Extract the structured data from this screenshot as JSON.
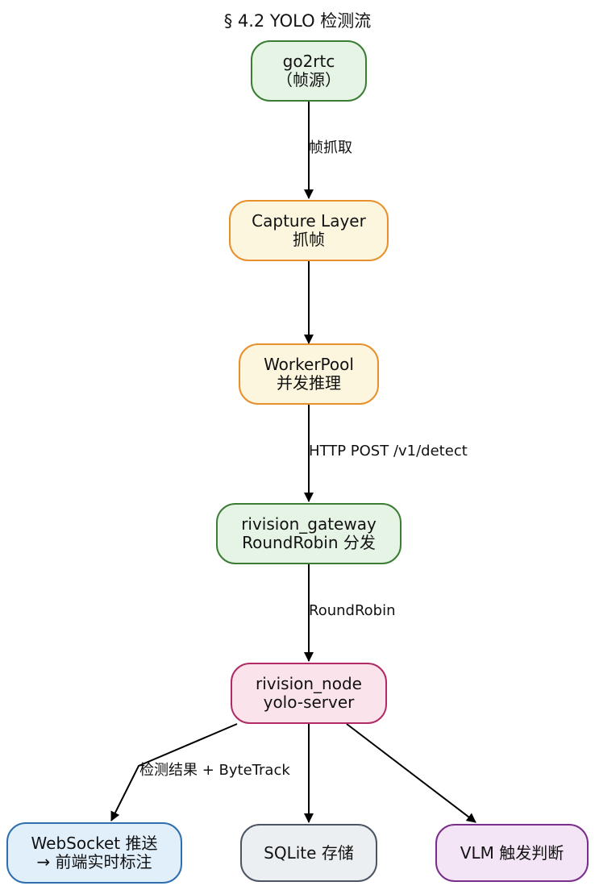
{
  "title": "§ 4.2 YOLO 检测流",
  "nodes": {
    "go2rtc": {
      "line1": "go2rtc",
      "line2": "（帧源）"
    },
    "capture": {
      "line1": "Capture Layer",
      "line2": "抓帧"
    },
    "workerpool": {
      "line1": "WorkerPool",
      "line2": "并发推理"
    },
    "gateway": {
      "line1": "rivision_gateway",
      "line2": "RoundRobin 分发"
    },
    "node": {
      "line1": "rivision_node",
      "line2": "yolo-server"
    },
    "websocket": {
      "line1": "WebSocket 推送",
      "line2": "→ 前端实时标注"
    },
    "sqlite": {
      "line1": "SQLite 存储"
    },
    "vlm": {
      "line1": "VLM 触发判断"
    }
  },
  "edge_labels": {
    "go2rtc_to_capture": "帧抓取",
    "workerpool_to_gateway": "HTTP POST /v1/detect",
    "gateway_to_node": "RoundRobin",
    "node_to_websocket": "检测结果 + ByteTrack"
  },
  "colors": {
    "green_fill": "#e6f4e6",
    "green_border": "#3a7d33",
    "orange_fill": "#fdf6df",
    "orange_border": "#e8902c",
    "pink_fill": "#fbe3ec",
    "pink_border": "#b02a66",
    "blue_fill": "#e1effb",
    "blue_border": "#2f6fb0",
    "gray_fill": "#eceff2",
    "gray_border": "#4b5563",
    "purple_fill": "#f4e5f6",
    "purple_border": "#7a2e8c"
  }
}
